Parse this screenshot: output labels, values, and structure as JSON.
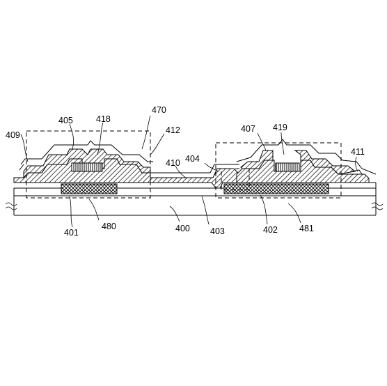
{
  "figure": {
    "labels": {
      "l409": "409",
      "l405": "405",
      "l418": "418",
      "l470": "470",
      "l412": "412",
      "l410": "410",
      "l404": "404",
      "l407": "407",
      "l419": "419",
      "l411": "411",
      "l401": "401",
      "l480": "480",
      "l400": "400",
      "l403": "403",
      "l402": "402",
      "l481": "481"
    },
    "colors": {
      "line": "#000000",
      "background": "#ffffff"
    }
  }
}
